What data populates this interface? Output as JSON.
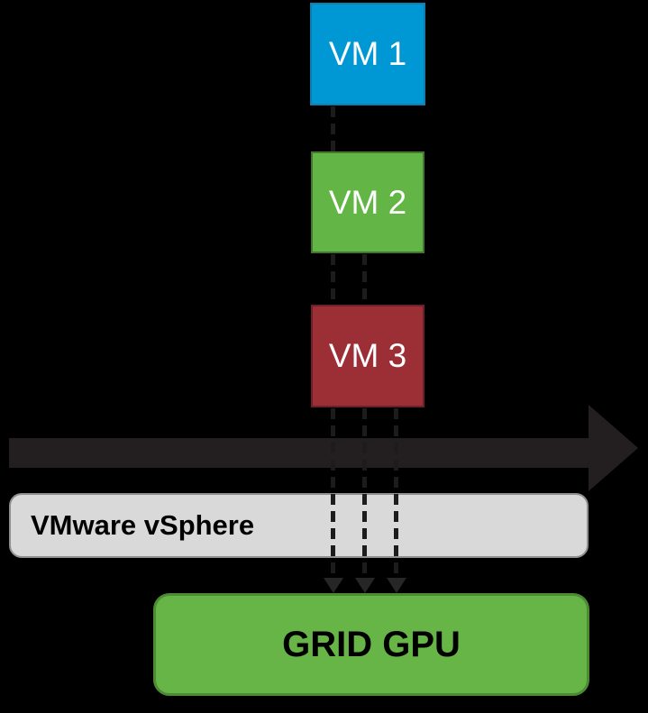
{
  "canvas": {
    "background": "#000000"
  },
  "vms": [
    {
      "label": "VM 1",
      "fill": "#0098d4",
      "border": "#0f7fae",
      "text_color": "#ffffff"
    },
    {
      "label": "VM 2",
      "fill": "#63b546",
      "border": "#43772c",
      "text_color": "#ffffff"
    },
    {
      "label": "VM 3",
      "fill": "#9c2e36",
      "border": "#6d2027",
      "text_color": "#ffffff"
    }
  ],
  "flow_arrow": {
    "direction": "right",
    "color": "#231f20"
  },
  "hypervisor": {
    "label": "VMware vSphere",
    "fill": "#d9d9d9",
    "border": "#8f8f8f",
    "text_color": "#000000"
  },
  "gpu": {
    "label": "GRID GPU",
    "fill": "#66b546",
    "border": "#4c8a33",
    "text_color": "#000000"
  },
  "connectors": {
    "style": "dashed",
    "color": "#1c1c1c",
    "arrowhead_color": "#262626",
    "vm1_to_vm2": 1,
    "vm2_to_vm3": 2,
    "vm3_to_gpu": 3
  }
}
